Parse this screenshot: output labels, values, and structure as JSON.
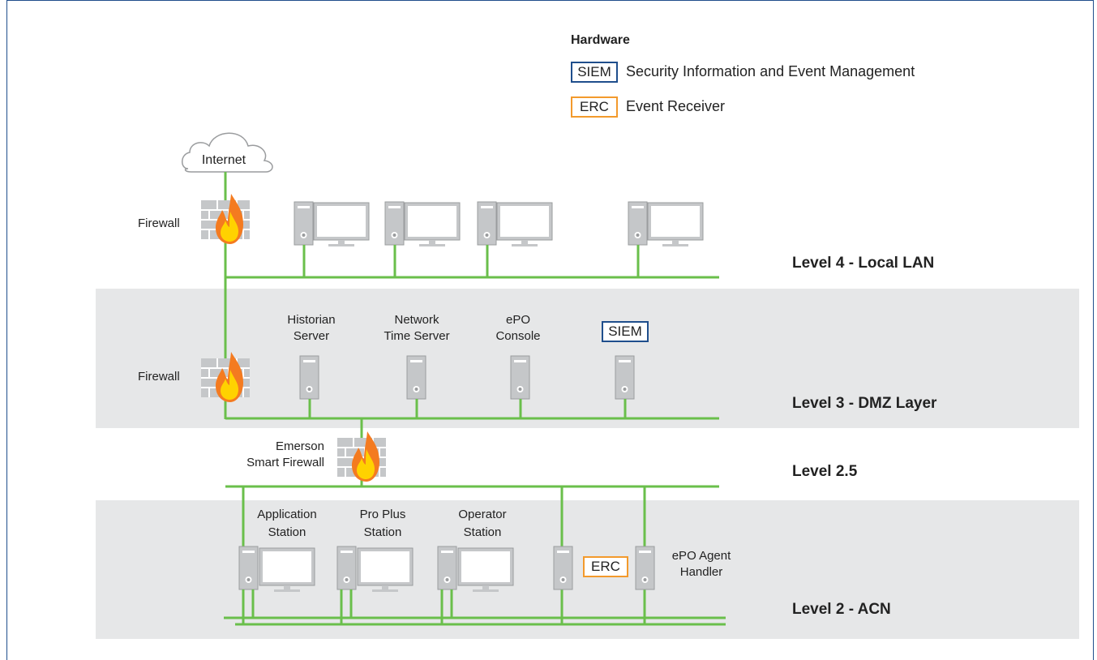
{
  "legend": {
    "heading": "Hardware",
    "items": [
      {
        "abbr": "SIEM",
        "text": "Security Information and Event Management",
        "color": "#1f4e8c"
      },
      {
        "abbr": "ERC",
        "text": "Event Receiver",
        "color": "#f39a2c"
      }
    ]
  },
  "internet": "Internet",
  "firewall_label": "Firewall",
  "smart_firewall": [
    "Emerson",
    "Smart Firewall"
  ],
  "levels": {
    "l4": "Level 4 - Local LAN",
    "l3": "Level 3 - DMZ Layer",
    "l25": "Level 2.5",
    "l2": "Level 2 - ACN"
  },
  "dmz_servers": [
    [
      "Historian",
      "Server"
    ],
    [
      "Network",
      "Time Server"
    ],
    [
      "ePO",
      "Console"
    ]
  ],
  "dmz_siem": "SIEM",
  "acn_stations": [
    [
      "Application",
      "Station"
    ],
    [
      "Pro Plus",
      "Station"
    ],
    [
      "Operator",
      "Station"
    ]
  ],
  "acn_erc": "ERC",
  "epo_agent": [
    "ePO Agent",
    "Handler"
  ],
  "colors": {
    "network": "#6abf4b",
    "band": "#e6e7e8",
    "device": "#c5c7c9",
    "fire_outer": "#f47b20",
    "fire_inner": "#ffd200"
  }
}
